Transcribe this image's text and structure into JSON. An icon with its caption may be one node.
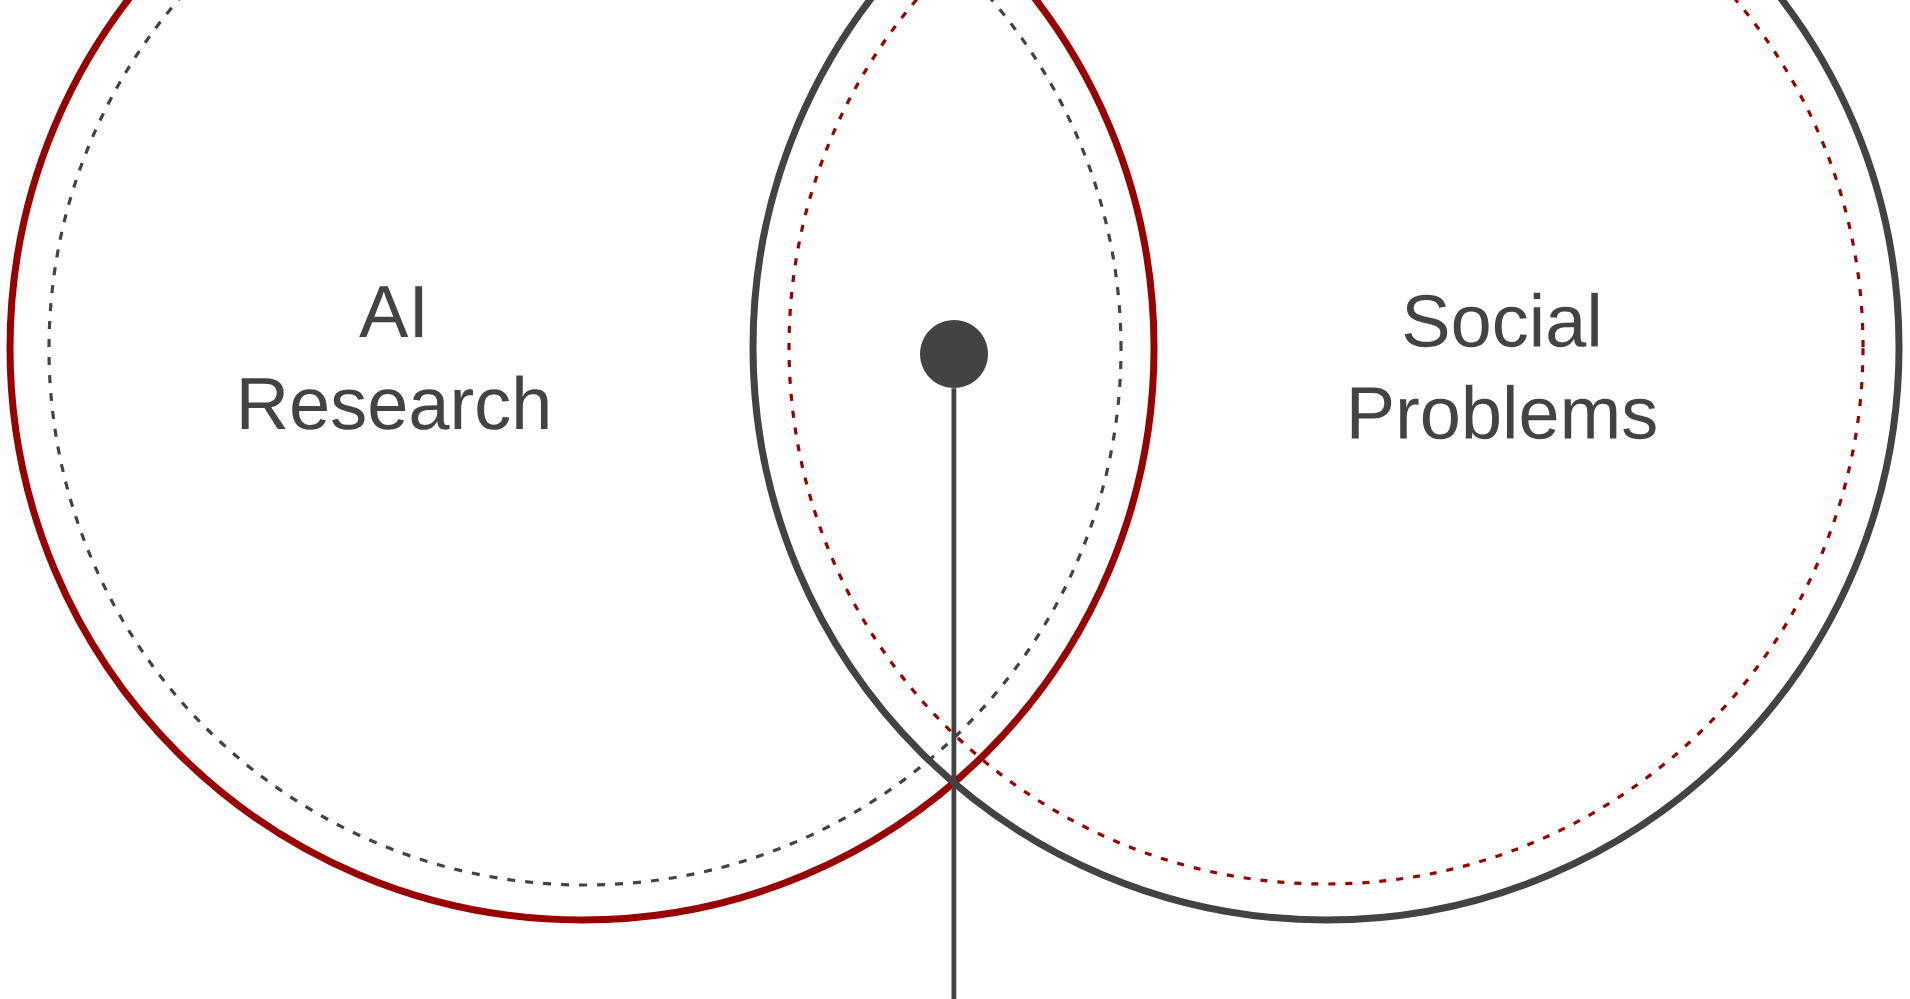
{
  "diagram": {
    "nodes": [
      {
        "text": [
          "AI Research"
        ]
      },
      {
        "text": [
          "Social Problems"
        ]
      },
      {
        "text": [],
        "shape": "circle"
      }
    ],
    "edges": [
      {
        "from": null,
        "to": 2,
        "arrow": "none"
      }
    ]
  }
}
